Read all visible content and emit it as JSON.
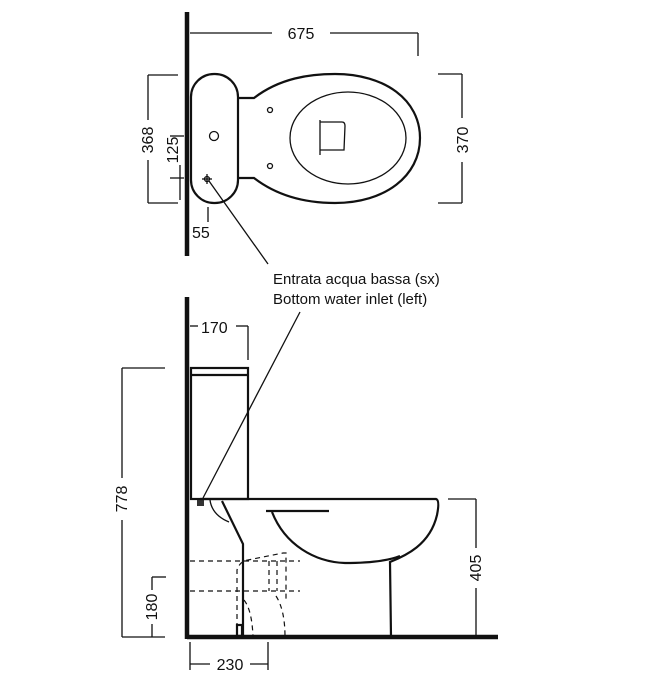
{
  "top_view": {
    "dimensions": {
      "length": "675",
      "tank_width": "368",
      "inlet_offset": "125",
      "bowl_width": "370",
      "inlet_depth": "55"
    }
  },
  "annotation": {
    "line_it": "Entrata acqua bassa (sx)",
    "line_en": "Bottom water inlet (left)"
  },
  "side_view": {
    "dimensions": {
      "tank_depth": "170",
      "total_height": "778",
      "inlet_height": "180",
      "seat_height": "405",
      "outlet_distance": "230"
    }
  }
}
